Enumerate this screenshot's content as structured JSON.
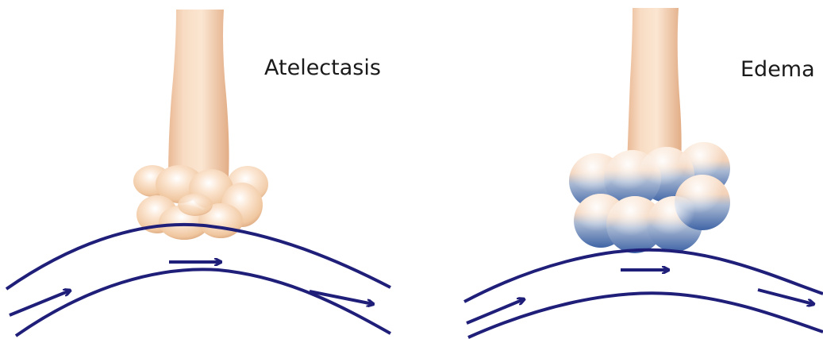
{
  "panels": [
    {
      "id": "atelectasis",
      "label": "Atelectasis",
      "alveoli_fill": "peach",
      "flow_arrows": 3
    },
    {
      "id": "edema",
      "label": "Edema",
      "alveoli_fill": "peach-to-blue",
      "flow_arrows": 3
    }
  ],
  "colors": {
    "bronchus": "#f5d2b2",
    "alveolus_peach": "#f2cca8",
    "alveolus_blue": "#5b80b8",
    "vessel": "#1f1f7a",
    "text": "#1a1a1a"
  }
}
